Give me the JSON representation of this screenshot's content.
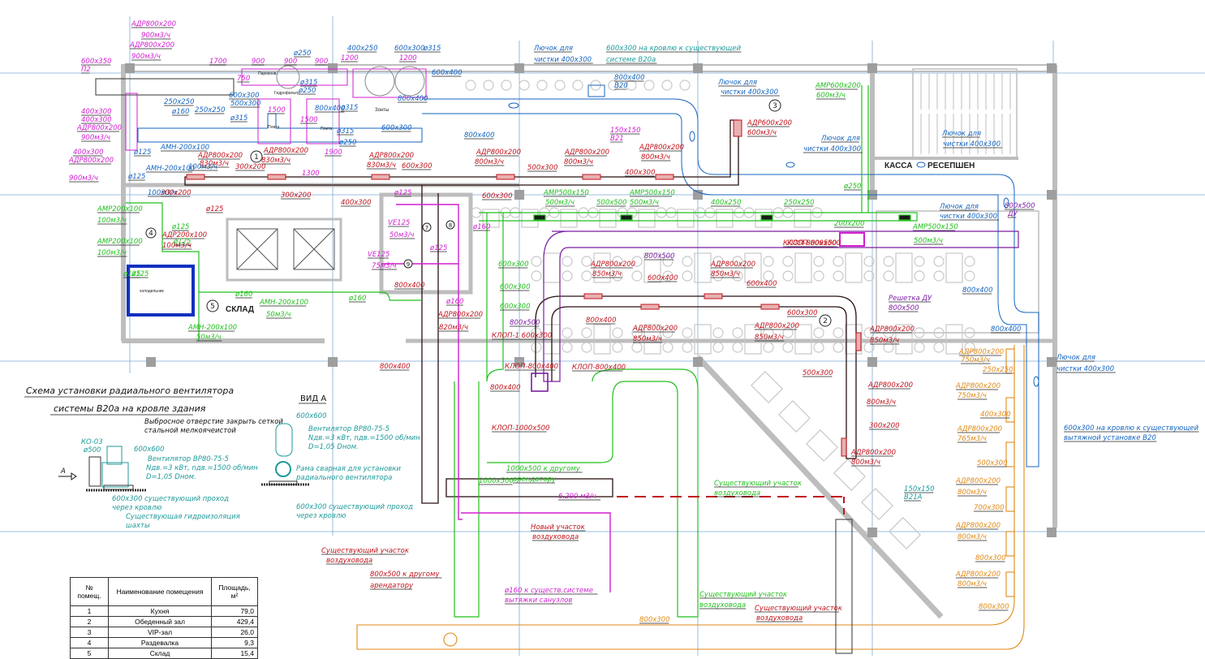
{
  "colors": {
    "supply_red": "#c0141c",
    "exhaust_blue": "#1565c0",
    "supply_green": "#22c01e",
    "magenta": "#d11fd1",
    "smoke_purple": "#7b1fa2",
    "orange": "#e08a18",
    "teal": "#1f9a9a",
    "architecture_gray": "#bdbdbd",
    "grid_blue": "#7aaad8",
    "door_gold": "#c9a227",
    "duct_black": "#2a1010",
    "cold_room_blue": "#1030c0"
  },
  "rooms": [
    {
      "num": "1",
      "label": ""
    },
    {
      "num": "2",
      "label": ""
    },
    {
      "num": "3",
      "label": ""
    },
    {
      "num": "4",
      "label": ""
    },
    {
      "num": "5",
      "label": "СКЛАД"
    },
    {
      "num": "7",
      "label": ""
    },
    {
      "num": "8",
      "label": ""
    },
    {
      "num": "9",
      "label": ""
    }
  ],
  "room_texts": {
    "kassa": "КАССА",
    "reception": "РЕСЕПШЕН",
    "cold_room": "холодильник",
    "kitchen_hood": "Зонты",
    "steamer": "Пароконв.",
    "hydrofilter": "Гидрофильтр",
    "plate1": "Плита",
    "plate2": "Плита"
  },
  "labels": {
    "top_left": [
      {
        "text": "АДР800х200",
        "color": "magenta"
      },
      {
        "text": "900м3/ч",
        "color": "magenta"
      },
      {
        "text": "АДР800х200",
        "color": "magenta"
      },
      {
        "text": "900м3/ч",
        "color": "magenta"
      },
      {
        "text": "600х350",
        "color": "magenta"
      },
      {
        "text": "П2",
        "color": "magenta"
      },
      {
        "text": "400х300",
        "color": "magenta"
      },
      {
        "text": "400х300",
        "color": "magenta"
      },
      {
        "text": "АДР800х200",
        "color": "magenta"
      },
      {
        "text": "900м3/ч",
        "color": "magenta"
      },
      {
        "text": "400х300",
        "color": "magenta"
      },
      {
        "text": "АДР800х200",
        "color": "magenta"
      },
      {
        "text": "900м3/ч",
        "color": "magenta"
      }
    ],
    "kitchen": [
      {
        "text": "1700",
        "color": "magenta"
      },
      {
        "text": "900",
        "color": "magenta"
      },
      {
        "text": "900",
        "color": "magenta"
      },
      {
        "text": "900",
        "color": "magenta"
      },
      {
        "text": "1200",
        "color": "magenta"
      },
      {
        "text": "1200",
        "color": "magenta"
      },
      {
        "text": "750",
        "color": "magenta"
      },
      {
        "text": "1500",
        "color": "magenta"
      },
      {
        "text": "1500",
        "color": "magenta"
      },
      {
        "text": "1900",
        "color": "magenta"
      },
      {
        "text": "1300",
        "color": "magenta"
      },
      {
        "text": "ø250",
        "color": "exhaust_blue"
      },
      {
        "text": "400х250",
        "color": "exhaust_blue"
      },
      {
        "text": "600х300",
        "color": "exhaust_blue"
      },
      {
        "text": "ø315",
        "color": "exhaust_blue"
      },
      {
        "text": "600х400",
        "color": "exhaust_blue"
      },
      {
        "text": "250х250",
        "color": "exhaust_blue"
      },
      {
        "text": "ø160",
        "color": "exhaust_blue"
      },
      {
        "text": "250х250",
        "color": "exhaust_blue"
      },
      {
        "text": "600х300",
        "color": "exhaust_blue"
      },
      {
        "text": "500х300",
        "color": "exhaust_blue"
      },
      {
        "text": "ø315",
        "color": "exhaust_blue"
      },
      {
        "text": "ø315",
        "color": "exhaust_blue"
      },
      {
        "text": "ø250",
        "color": "exhaust_blue"
      },
      {
        "text": "800х400",
        "color": "exhaust_blue"
      },
      {
        "text": "ø315",
        "color": "exhaust_blue"
      },
      {
        "text": "600х300",
        "color": "exhaust_blue"
      },
      {
        "text": "800х400",
        "color": "exhaust_blue"
      },
      {
        "text": "ø315",
        "color": "exhaust_blue"
      },
      {
        "text": "ø250",
        "color": "exhaust_blue"
      },
      {
        "text": "ø125",
        "color": "exhaust_blue"
      },
      {
        "text": "АМН-200х100",
        "color": "exhaust_blue"
      },
      {
        "text": "100м3/ч",
        "color": "exhaust_blue"
      },
      {
        "text": "ø125",
        "color": "exhaust_blue"
      },
      {
        "text": "АМН-200х100",
        "color": "exhaust_blue"
      },
      {
        "text": "100м3/ч",
        "color": "exhaust_blue"
      }
    ],
    "supply_main": [
      {
        "text": "АДР800х200",
        "color": "supply_red"
      },
      {
        "text": "830м3/ч",
        "color": "supply_red"
      },
      {
        "text": "300х200",
        "color": "supply_red"
      },
      {
        "text": "300х200",
        "color": "supply_red"
      },
      {
        "text": "АДР800х200",
        "color": "supply_red"
      },
      {
        "text": "830м3/ч",
        "color": "supply_red"
      },
      {
        "text": "300х200",
        "color": "supply_red"
      },
      {
        "text": "400х300",
        "color": "supply_red"
      },
      {
        "text": "АДР800х200",
        "color": "supply_red"
      },
      {
        "text": "830м3/ч",
        "color": "supply_red"
      },
      {
        "text": "600х300",
        "color": "supply_red"
      },
      {
        "text": "600х300",
        "color": "supply_red"
      },
      {
        "text": "АДР800х200",
        "color": "supply_red"
      },
      {
        "text": "800м3/ч",
        "color": "supply_red"
      },
      {
        "text": "500х300",
        "color": "supply_red"
      },
      {
        "text": "АДР800х200",
        "color": "supply_red"
      },
      {
        "text": "800м3/ч",
        "color": "supply_red"
      },
      {
        "text": "400х300",
        "color": "supply_red"
      },
      {
        "text": "АДР800х200",
        "color": "supply_red"
      },
      {
        "text": "800м3/ч",
        "color": "supply_red"
      },
      {
        "text": "АДР600х200",
        "color": "supply_red"
      },
      {
        "text": "600м3/ч",
        "color": "supply_red"
      },
      {
        "text": "ø125",
        "color": "supply_red"
      },
      {
        "text": "АДР200х100",
        "color": "supply_red"
      },
      {
        "text": "100м3/ч",
        "color": "supply_red"
      }
    ],
    "hall": [
      {
        "text": "АДР800х200",
        "color": "supply_red"
      },
      {
        "text": "850м3/ч",
        "color": "supply_red"
      },
      {
        "text": "600х400",
        "color": "supply_red"
      },
      {
        "text": "АДР800х200",
        "color": "supply_red"
      },
      {
        "text": "850м3/ч",
        "color": "supply_red"
      },
      {
        "text": "600х400",
        "color": "supply_red"
      },
      {
        "text": "800х400",
        "color": "supply_red"
      },
      {
        "text": "АДР800х200",
        "color": "supply_red"
      },
      {
        "text": "850м3/ч",
        "color": "supply_red"
      },
      {
        "text": "АДР800х200",
        "color": "supply_red"
      },
      {
        "text": "850м3/ч",
        "color": "supply_red"
      },
      {
        "text": "600х300",
        "color": "supply_red"
      },
      {
        "text": "АДР800х200",
        "color": "supply_red"
      },
      {
        "text": "850м3/ч",
        "color": "supply_red"
      },
      {
        "text": "500х300",
        "color": "supply_red"
      },
      {
        "text": "АДР800х200",
        "color": "supply_red"
      },
      {
        "text": "800м3/ч",
        "color": "supply_red"
      },
      {
        "text": "300х200",
        "color": "supply_red"
      },
      {
        "text": "АДР800х200",
        "color": "supply_red"
      },
      {
        "text": "800м3/ч",
        "color": "supply_red"
      },
      {
        "text": "КЛОП-1 600х300",
        "color": "supply_red"
      },
      {
        "text": "КЛОП-800х400",
        "color": "supply_red"
      },
      {
        "text": "800х400",
        "color": "supply_red"
      },
      {
        "text": "КЛОП-800х400",
        "color": "supply_red"
      },
      {
        "text": "800х400",
        "color": "supply_red"
      },
      {
        "text": "КЛОП-1000х500",
        "color": "supply_red"
      },
      {
        "text": "АДР800х200",
        "color": "supply_red"
      },
      {
        "text": "820м3/ч",
        "color": "supply_red"
      },
      {
        "text": "800х400",
        "color": "supply_red"
      },
      {
        "text": "КЛОП-800х500",
        "color": "supply_red"
      }
    ],
    "green": [
      {
        "text": "АМР200х100",
        "color": "supply_green"
      },
      {
        "text": "100м3/ч",
        "color": "supply_green"
      },
      {
        "text": "АМР200х100",
        "color": "supply_green"
      },
      {
        "text": "100м3/ч",
        "color": "supply_green"
      },
      {
        "text": "ø125",
        "color": "supply_green"
      },
      {
        "text": "ø125",
        "color": "supply_green"
      },
      {
        "text": "ø125",
        "color": "supply_green"
      },
      {
        "text": "ø125",
        "color": "supply_green"
      },
      {
        "text": "ø160",
        "color": "supply_green"
      },
      {
        "text": "АМН-200х100",
        "color": "supply_green"
      },
      {
        "text": "50м3/ч",
        "color": "supply_green"
      },
      {
        "text": "АМН-200х100",
        "color": "supply_green"
      },
      {
        "text": "50м3/ч",
        "color": "supply_green"
      },
      {
        "text": "ø160",
        "color": "supply_green"
      },
      {
        "text": "АМР500х150",
        "color": "supply_green"
      },
      {
        "text": "500м3/ч",
        "color": "supply_green"
      },
      {
        "text": "500х500",
        "color": "supply_green"
      },
      {
        "text": "АМР500х150",
        "color": "supply_green"
      },
      {
        "text": "500м3/ч",
        "color": "supply_green"
      },
      {
        "text": "400х250",
        "color": "supply_green"
      },
      {
        "text": "250х250",
        "color": "supply_green"
      },
      {
        "text": "200х200",
        "color": "supply_green"
      },
      {
        "text": "АМР500х150",
        "color": "supply_green"
      },
      {
        "text": "500м3/ч",
        "color": "supply_green"
      },
      {
        "text": "АМР600х200",
        "color": "supply_green"
      },
      {
        "text": "600м3/ч",
        "color": "supply_green"
      },
      {
        "text": "ø250",
        "color": "supply_green"
      },
      {
        "text": "600х300",
        "color": "supply_green"
      },
      {
        "text": "600х300",
        "color": "supply_green"
      },
      {
        "text": "600х300",
        "color": "supply_green"
      },
      {
        "text": "1000х500",
        "color": "supply_green"
      },
      {
        "text": "1000х500 к другому",
        "color": "supply_green"
      },
      {
        "text": "арендатору",
        "color": "supply_green"
      },
      {
        "text": "Существующий участок",
        "color": "supply_green"
      },
      {
        "text": "воздуховода",
        "color": "supply_green"
      },
      {
        "text": "Существующий участок",
        "color": "supply_green"
      },
      {
        "text": "воздуховода",
        "color": "supply_green"
      }
    ],
    "magenta_wc": [
      {
        "text": "ø125",
        "color": "magenta"
      },
      {
        "text": "VE125",
        "color": "magenta"
      },
      {
        "text": "50м3/ч",
        "color": "magenta"
      },
      {
        "text": "VE125",
        "color": "magenta"
      },
      {
        "text": "75м3/ч",
        "color": "magenta"
      },
      {
        "text": "ø125",
        "color": "magenta"
      },
      {
        "text": "ø160",
        "color": "magenta"
      },
      {
        "text": "ø160",
        "color": "magenta"
      },
      {
        "text": "150х150",
        "color": "magenta"
      },
      {
        "text": "В21",
        "color": "magenta"
      },
      {
        "text": "6.200 м3/ч",
        "color": "magenta"
      },
      {
        "text": "ø160 к существ.системе",
        "color": "magenta"
      },
      {
        "text": "вытяжки санузлов",
        "color": "magenta"
      }
    ],
    "smoke": [
      {
        "text": "800х500",
        "color": "smoke_purple"
      },
      {
        "text": "800х500",
        "color": "smoke_purple"
      },
      {
        "text": "КЛОП-800х500",
        "color": "supply_red"
      },
      {
        "text": "Решетка ДУ",
        "color": "smoke_purple"
      },
      {
        "text": "800х500",
        "color": "smoke_purple"
      },
      {
        "text": "800х500",
        "color": "smoke_purple"
      },
      {
        "text": "ДУ",
        "color": "smoke_purple"
      }
    ],
    "blue_exhaust": [
      {
        "text": "Лючок для",
        "color": "exhaust_blue"
      },
      {
        "text": "чистки 400х300",
        "color": "exhaust_blue"
      },
      {
        "text": "600х300 на кровлю к существующей",
        "color": "teal"
      },
      {
        "text": "системе В20а",
        "color": "teal"
      },
      {
        "text": "800х400",
        "color": "exhaust_blue"
      },
      {
        "text": "В20",
        "color": "exhaust_blue"
      },
      {
        "text": "800х400",
        "color": "exhaust_blue"
      },
      {
        "text": "Лючок для",
        "color": "exhaust_blue"
      },
      {
        "text": "чистки 400х300",
        "color": "exhaust_blue"
      },
      {
        "text": "Лючок для",
        "color": "exhaust_blue"
      },
      {
        "text": "чистки 400х300",
        "color": "exhaust_blue"
      },
      {
        "text": "Лючок для",
        "color": "exhaust_blue"
      },
      {
        "text": "чистки 400х300",
        "color": "exhaust_blue"
      },
      {
        "text": "Лючок для",
        "color": "exhaust_blue"
      },
      {
        "text": "чистки 400х300",
        "color": "exhaust_blue"
      },
      {
        "text": "800х400",
        "color": "exhaust_blue"
      },
      {
        "text": "800х400",
        "color": "exhaust_blue"
      },
      {
        "text": "Лючок для",
        "color": "exhaust_blue"
      },
      {
        "text": "чистки 400х300",
        "color": "exhaust_blue"
      },
      {
        "text": "600х300 на кровлю к существующей",
        "color": "exhaust_blue"
      },
      {
        "text": "вытяжной установке В20",
        "color": "exhaust_blue"
      },
      {
        "text": "150х150",
        "color": "teal"
      },
      {
        "text": "В21А",
        "color": "teal"
      }
    ],
    "orange": [
      {
        "text": "АДР800х200",
        "color": "orange"
      },
      {
        "text": "750м3/ч",
        "color": "orange"
      },
      {
        "text": "250х250",
        "color": "orange"
      },
      {
        "text": "АДР800х200",
        "color": "orange"
      },
      {
        "text": "750м3/ч",
        "color": "orange"
      },
      {
        "text": "400х300",
        "color": "orange"
      },
      {
        "text": "АДР800х200",
        "color": "orange"
      },
      {
        "text": "765м3/ч",
        "color": "orange"
      },
      {
        "text": "500х300",
        "color": "orange"
      },
      {
        "text": "АДР800х200",
        "color": "orange"
      },
      {
        "text": "800м3/ч",
        "color": "orange"
      },
      {
        "text": "700х300",
        "color": "orange"
      },
      {
        "text": "АДР800х200",
        "color": "orange"
      },
      {
        "text": "800м3/ч",
        "color": "orange"
      },
      {
        "text": "800х300",
        "color": "orange"
      },
      {
        "text": "АДР800х200",
        "color": "orange"
      },
      {
        "text": "800м3/ч",
        "color": "orange"
      },
      {
        "text": "800х300",
        "color": "orange"
      },
      {
        "text": "800х300",
        "color": "orange"
      }
    ],
    "bottom": [
      {
        "text": "Новый участок",
        "color": "supply_red"
      },
      {
        "text": "воздуховода",
        "color": "supply_red"
      },
      {
        "text": "Существующий участок",
        "color": "supply_red"
      },
      {
        "text": "воздуховода",
        "color": "supply_red"
      },
      {
        "text": "800х500 к другому",
        "color": "supply_red"
      },
      {
        "text": "арендатору",
        "color": "supply_red"
      },
      {
        "text": "Существующий участок",
        "color": "supply_red"
      },
      {
        "text": "воздуховода",
        "color": "supply_red"
      }
    ]
  },
  "fan_scheme": {
    "title_line1": "Схема установки радиального вентилятора",
    "title_line2": "системы В20а на кровле здания",
    "note_line1": "Выбросное отверстие закрыть сеткой",
    "note_line2": "стальной мелкоячеистой",
    "ko": "КО-03",
    "dia": "ø500",
    "size_top": "600х600",
    "fan_line1": "Вентилятор ВР80-75-5",
    "fan_line2": "Nдв.=3 кВт, nдв.=1500 об/мин",
    "fan_line3": "D=1,05 Dном.",
    "passage_line1": "600х300 существующий проход",
    "passage_line2": "через кровлю",
    "waterproof_line1": "Существующая гидроизоляция",
    "waterproof_line2": "шахты",
    "arrow_label": "А"
  },
  "view_a": {
    "title": "ВИД А",
    "size_top": "600х600",
    "fan_line1": "Вентилятор ВР80-75-5",
    "fan_line2": "Nдв.=3 кВт, nдв.=1500 об/мин",
    "fan_line3": "D=1,05 Dном.",
    "frame_line1": "Рама сварная для установки",
    "frame_line2": "радиального вентилятора",
    "passage_line1": "600х300 существующий проход",
    "passage_line2": "через кровлю"
  },
  "room_table": {
    "headers": [
      "№ помещ.",
      "Наименование помещения",
      "Площадь, м²"
    ],
    "rows": [
      {
        "num": "1",
        "name": "Кухня",
        "area": "79,0"
      },
      {
        "num": "2",
        "name": "Обеденный зал",
        "area": "429,4"
      },
      {
        "num": "3",
        "name": "VIP-зал",
        "area": "26,0"
      },
      {
        "num": "4",
        "name": "Раздевалка",
        "area": "9,3"
      },
      {
        "num": "5",
        "name": "Склад",
        "area": "15,4"
      }
    ]
  }
}
